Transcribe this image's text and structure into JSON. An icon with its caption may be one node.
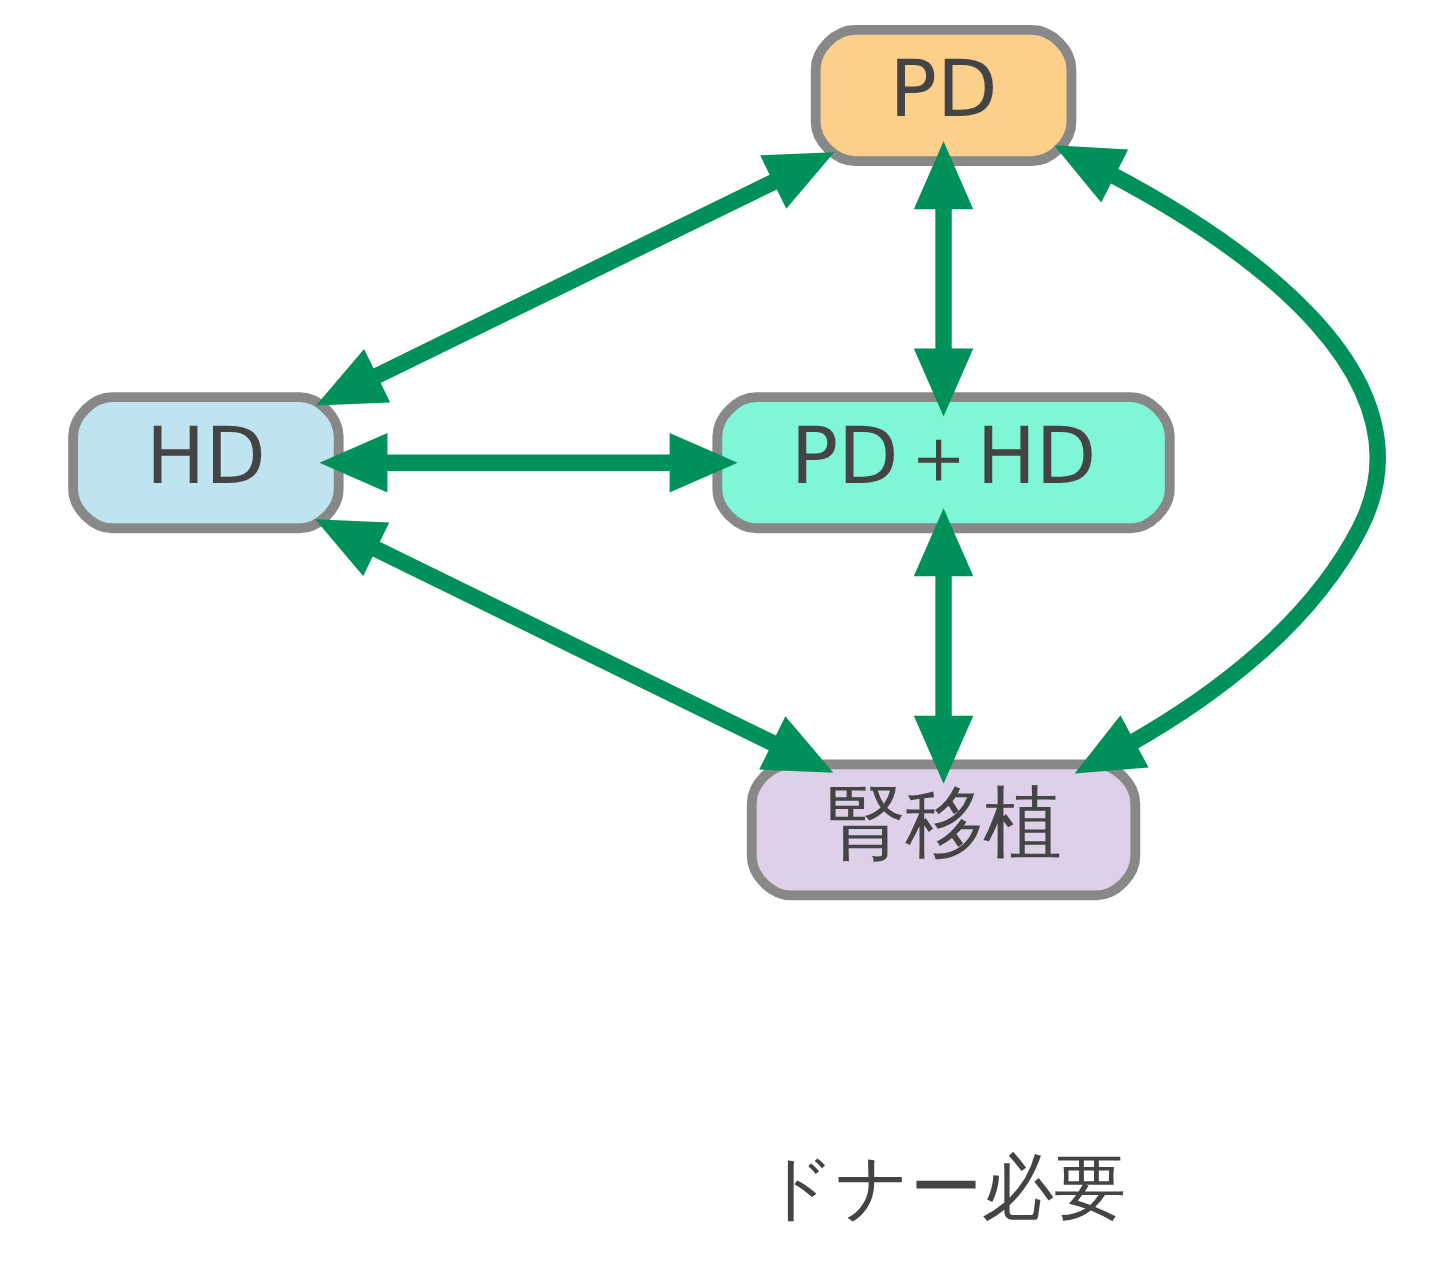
{
  "diagram": {
    "nodes": [
      {
        "text": [
          "PD"
        ]
      },
      {
        "text": [
          "HD"
        ]
      },
      {
        "text": [
          "PD＋HD"
        ]
      },
      {
        "text": [
          "腎移植"
        ],
        "beside": [
          "ドナー必要"
        ]
      }
    ],
    "edges": [
      {
        "from": 0,
        "to": 1,
        "arrow": "both"
      },
      {
        "from": 0,
        "to": 2,
        "arrow": "both"
      },
      {
        "from": 0,
        "to": 3,
        "arrow": "both"
      },
      {
        "from": 1,
        "to": 2,
        "arrow": "both"
      },
      {
        "from": 1,
        "to": 3,
        "arrow": "both"
      },
      {
        "from": 2,
        "to": 3,
        "arrow": "both"
      }
    ]
  }
}
